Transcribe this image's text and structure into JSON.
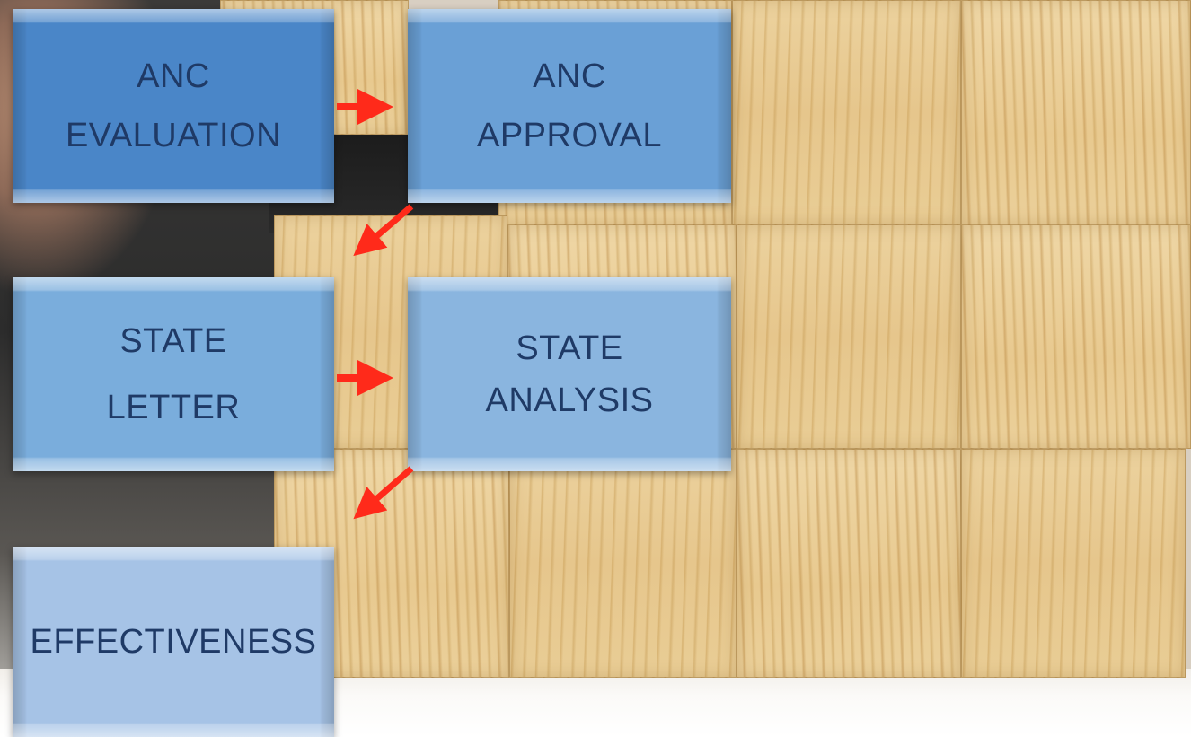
{
  "steps": {
    "anc_evaluation": {
      "line1": "ANC",
      "line2": "EVALUATION"
    },
    "anc_approval": {
      "line1": "ANC",
      "line2": "APPROVAL"
    },
    "state_letter": {
      "line1": "STATE",
      "line2": "LETTER"
    },
    "state_analysis": {
      "line1": "STATE",
      "line2": "ANALYSIS"
    },
    "effectiveness": {
      "line1": "EFFECTIVENESS"
    }
  },
  "colors": {
    "text": "#1f3a66",
    "arrow": "#ff2a1a",
    "box_dark": "#4a86c8",
    "box_light": "#a6c3e6"
  },
  "icons": [
    "arrow-right-icon",
    "arrow-down-left-icon"
  ]
}
